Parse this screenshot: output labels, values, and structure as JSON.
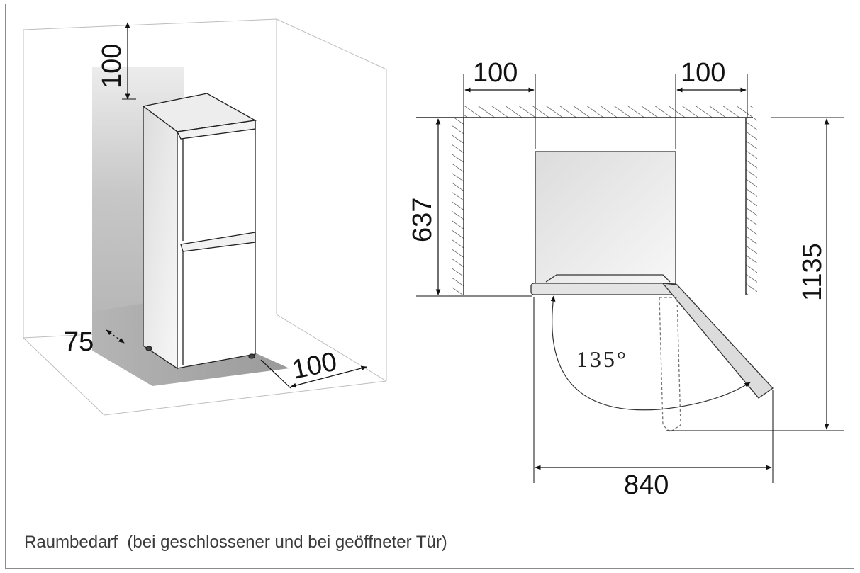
{
  "caption": "Raumbedarf  (bei geschlossener und bei geöffneter Tür)",
  "perspective_view": {
    "clearance_top": "100",
    "clearance_back": "75",
    "clearance_side": "100"
  },
  "top_view": {
    "clearance_left": "100",
    "clearance_right": "100",
    "depth_closed": "637",
    "depth_open": "1135",
    "width_open": "840",
    "door_angle": "135°"
  }
}
